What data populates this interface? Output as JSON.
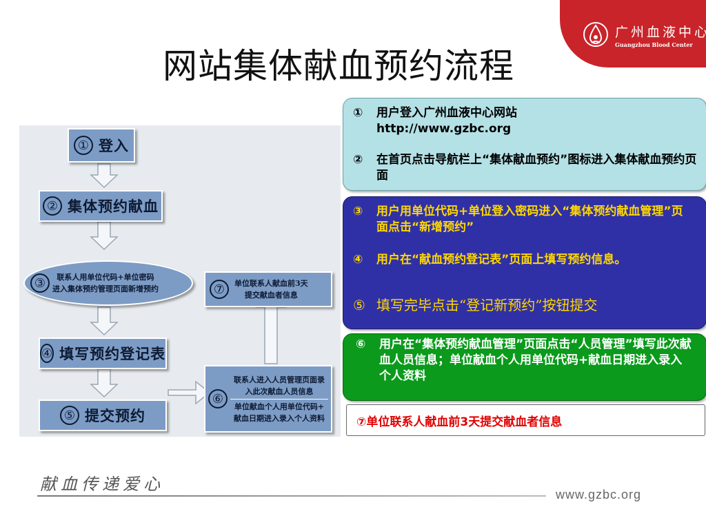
{
  "header": {
    "brand_cn": "广州血液中心",
    "brand_en": "Guangzhou Blood Center",
    "logo_icon": "blood-center-emblem-icon",
    "title": "网站集体献血预约流程"
  },
  "flowchart": {
    "steps": [
      {
        "num": "①",
        "label": "登入"
      },
      {
        "num": "②",
        "label": "集体预约献血"
      },
      {
        "num": "③",
        "line1": "联系人用单位代码+单位密码",
        "line2": "进入集体预约管理页面新增预约"
      },
      {
        "num": "④",
        "label": "填写预约登记表"
      },
      {
        "num": "⑤",
        "label": "提交预约"
      },
      {
        "num": "⑥",
        "box_a_line1": "联系人进入人员管理页面录",
        "box_a_line2": "入此次献血人员信息",
        "box_b_line1": "单位献血个人用单位代码+",
        "box_b_line2": "献血日期进入录入个人资料"
      },
      {
        "num": "⑦",
        "line1": "单位联系人献血前3天",
        "line2": "提交献血者信息"
      }
    ]
  },
  "info": {
    "box1": [
      {
        "mark": "①",
        "text": "用户登入广州血液中心网站 http://www.gzbc.org"
      },
      {
        "mark": "②",
        "text": "在首页点击导航栏上“集体献血预约”图标进入集体献血预约页面"
      }
    ],
    "box2": [
      {
        "mark": "③",
        "text": "用户用单位代码+单位登入密码进入“集体预约献血管理”页面点击“新增预约”"
      },
      {
        "mark": "④",
        "text": "用户在“献血预约登记表”页面上填写预约信息。"
      },
      {
        "mark": "⑤",
        "text": "填写完毕点击“登记新预约”按钮提交"
      }
    ],
    "box3": [
      {
        "mark": "⑥",
        "text": "用户在“集体预约献血管理”页面点击“人员管理”填写此次献血人员信息；单位献血个人用单位代码+献血日期进入录入个人资料"
      }
    ],
    "box4": "⑦单位联系人献血前3天提交献血者信息"
  },
  "footer": {
    "slogan": "献血传递爱心",
    "url": "www.gzbc.org"
  },
  "colors": {
    "brand_red": "#c9242a",
    "flow_box": "#7d9cc5",
    "info_cyan": "#b4e1e6",
    "info_blue": "#3030a6",
    "info_green": "#0b9a1c",
    "highlight_yellow": "#ffd800",
    "alert_red": "#e00000"
  }
}
